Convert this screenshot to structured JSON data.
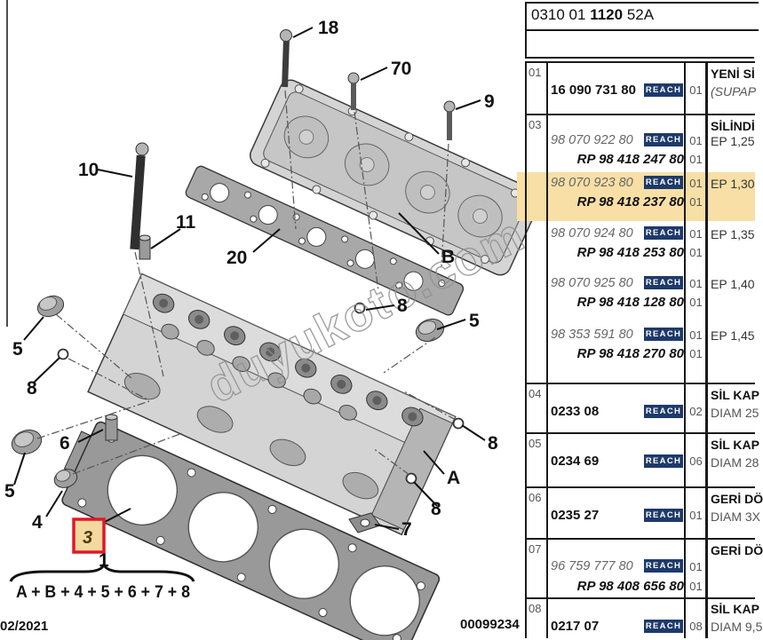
{
  "page": {
    "watermark": "duyukoto.com",
    "footer": {
      "date": "02/2021",
      "doc_number": "00099234"
    }
  },
  "colors": {
    "highlight_band": "#f7dfa6",
    "reach_badge": "#1e3a6b",
    "callout_box_border": "#e01828",
    "callout_box_fill": "#f3d9a0"
  },
  "diagram": {
    "callout_labels": [
      "18",
      "70",
      "9",
      "10",
      "11",
      "20",
      "B",
      "8",
      "5",
      "5",
      "8",
      "6",
      "8",
      "A",
      "5",
      "4",
      "8",
      "7"
    ],
    "box_callout": "3",
    "formula": {
      "ref_label": "1",
      "expression": "A + B + 4 + 5 + 6 + 7 + 8"
    }
  },
  "table": {
    "header_code": {
      "left": "0310 01",
      "bold": "1120",
      "right": "52A"
    },
    "reach_label": "REACH",
    "rows": [
      {
        "ref": "01",
        "number": "16 090 731 80",
        "qty": "01",
        "desc1": "YENİ Sİ",
        "desc2": "(SUPAP"
      },
      {
        "ref": "03",
        "title": "SİLİNDİ",
        "entries": [
          {
            "number": "98 070 922 80",
            "qty": "01",
            "rp": "RP 98 418 247 80",
            "rp_qty": "01",
            "spec": "EP 1,25"
          },
          {
            "number": "98 070 923 80",
            "qty": "01",
            "rp": "RP 98 418 237 80",
            "rp_qty": "01",
            "spec": "EP 1,30",
            "highlighted": true
          },
          {
            "number": "98 070 924 80",
            "qty": "01",
            "rp": "RP 98 418 253 80",
            "rp_qty": "01",
            "spec": "EP 1,35"
          },
          {
            "number": "98 070 925 80",
            "qty": "01",
            "rp": "RP 98 418 128 80",
            "rp_qty": "01",
            "spec": "EP 1,40"
          },
          {
            "number": "98 353 591 80",
            "qty": "01",
            "rp": "RP 98 418 270 80",
            "rp_qty": "01",
            "spec": "EP 1,45"
          }
        ]
      },
      {
        "ref": "04",
        "number": "0233 08",
        "qty": "02",
        "desc1": "SİL KAP",
        "desc2": "DIAM 25"
      },
      {
        "ref": "05",
        "number": "0234 69",
        "qty": "06",
        "desc1": "SİL KAP",
        "desc2": "DIAM 28"
      },
      {
        "ref": "06",
        "number": "0235 27",
        "qty": "01",
        "desc1": "GERİ DÖ",
        "desc2": "DIAM 3X"
      },
      {
        "ref": "07",
        "number": "96 759 777 80",
        "qty": "01",
        "rp": "RP 98 408 656 80",
        "rp_qty": "01",
        "desc1": "GERİ DÖ"
      },
      {
        "ref": "08",
        "number": "0217 07",
        "qty": "08",
        "desc1": "SİL KAP",
        "desc2": "DIAM 9,5"
      }
    ]
  }
}
